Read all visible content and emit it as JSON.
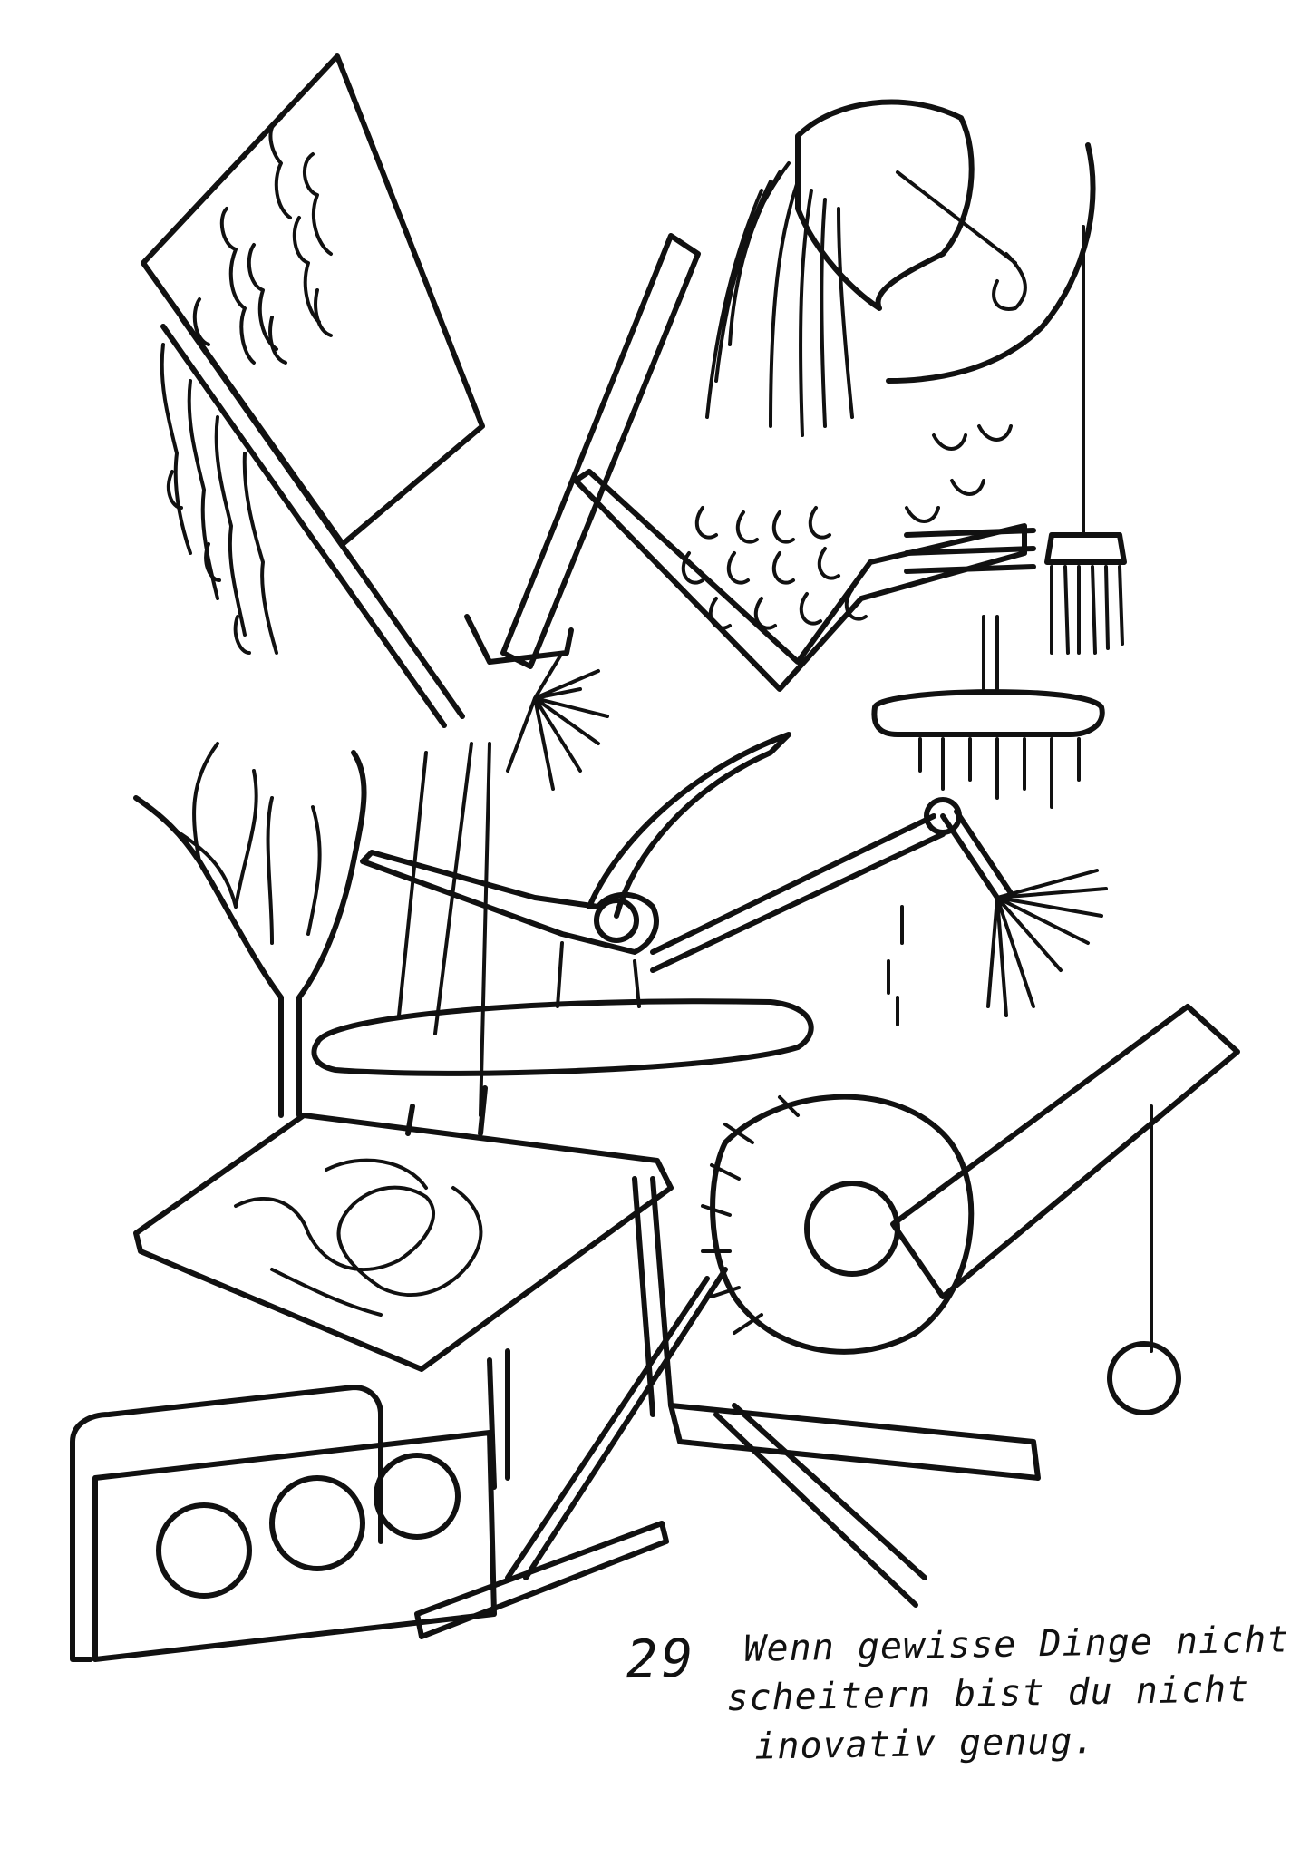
{
  "caption": {
    "number": "29",
    "lines": [
      "Wenn gewisse Dinge nicht",
      "scheitern bist du nicht",
      "inovativ genug."
    ]
  },
  "colors": {
    "ink": "#111111",
    "paper": "#ffffff"
  }
}
